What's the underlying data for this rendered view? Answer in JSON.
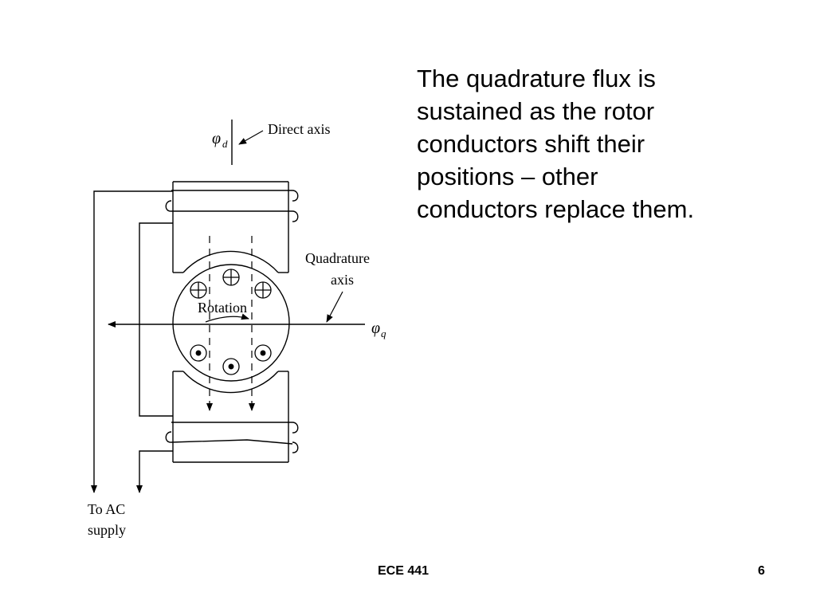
{
  "slide": {
    "body_lines": [
      "The quadrature flux is",
      "sustained as the rotor",
      "conductors shift their",
      "positions – other",
      "conductors replace them."
    ],
    "footer_course": "ECE 441",
    "footer_page": "6"
  },
  "diagram": {
    "direct_axis_symbol": "φ",
    "direct_axis_subscript": "d",
    "direct_axis_label": "Direct axis",
    "quadrature_axis_label_line1": "Quadrature",
    "quadrature_axis_label_line2": "axis",
    "quadrature_symbol": "φ",
    "quadrature_subscript": "q",
    "rotation_label": "Rotation",
    "supply_label_line1": "To AC",
    "supply_label_line2": "supply"
  }
}
